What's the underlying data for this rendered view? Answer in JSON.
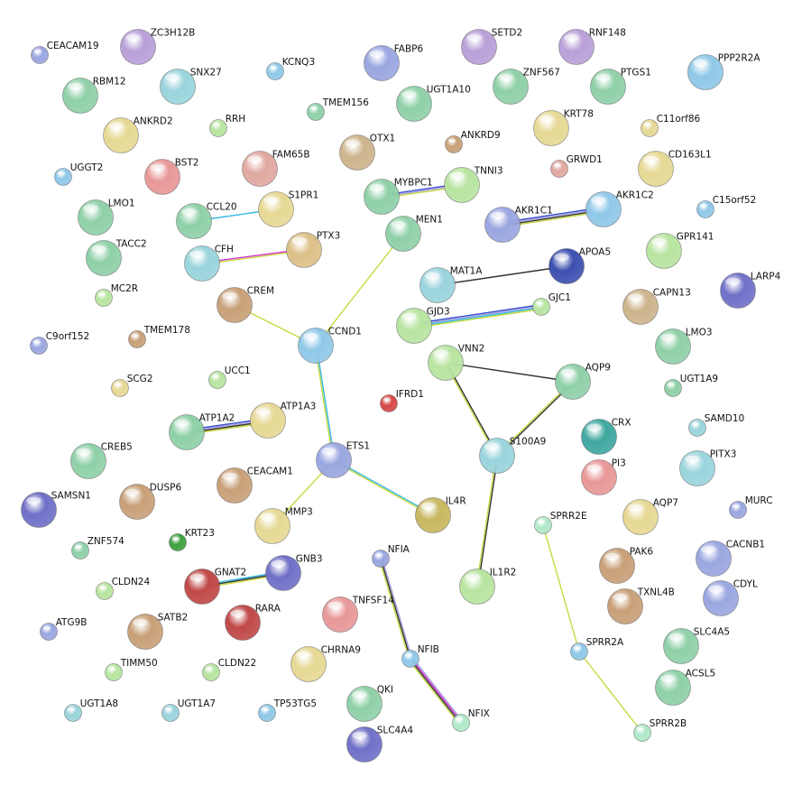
{
  "colors": {
    "s1": "#9aa6e0",
    "s2": "#8fd0a8",
    "s3": "#b8a0d8",
    "s4": "#e6d894",
    "s5": "#9ad4dc",
    "s6": "#b8e4a0",
    "s7": "#f0c8b0",
    "s8": "#d84848",
    "s9": "#3d50b0",
    "s10": "#40a8a0",
    "s11": "#e89898",
    "s12": "#3ea040",
    "s13": "#c8b860",
    "s14": "#ccb48c",
    "s15": "#c8a078",
    "s16": "#7070c8",
    "s17": "#e0a8a0",
    "s18": "#c04848",
    "s19": "#90c8e8",
    "s20": "#a8c878",
    "s21": "#b0e8c8",
    "s22": "#b8e890",
    "s23": "#dcc088",
    "e_gold": "#c8d840",
    "e_cyan": "#30b8e0",
    "e_black": "#333333",
    "e_blue": "#3850d0",
    "e_magenta": "#d030c8",
    "e_lav": "#a8a0e0"
  },
  "nodes": [
    {
      "id": "CEACAM19",
      "c": "s1",
      "r": "s"
    },
    {
      "id": "ZC3H12B",
      "c": "s3",
      "r": "l"
    },
    {
      "id": "FABP6",
      "c": "s1",
      "r": "l"
    },
    {
      "id": "SETD2",
      "c": "s3",
      "r": "l"
    },
    {
      "id": "RNF148",
      "c": "s3",
      "r": "l"
    },
    {
      "id": "PPP2R2A",
      "c": "s19",
      "r": "l"
    },
    {
      "id": "RBM12",
      "c": "s2",
      "r": "l"
    },
    {
      "id": "SNX27",
      "c": "s5",
      "r": "l"
    },
    {
      "id": "KCNQ3",
      "c": "s19",
      "r": "s"
    },
    {
      "id": "UGT1A10",
      "c": "s2",
      "r": "l"
    },
    {
      "id": "ZNF567",
      "c": "s2",
      "r": "l"
    },
    {
      "id": "PTGS1",
      "c": "s2",
      "r": "l"
    },
    {
      "id": "TMEM156",
      "c": "s2",
      "r": "s"
    },
    {
      "id": "ANKRD2",
      "c": "s4",
      "r": "l"
    },
    {
      "id": "RRH",
      "c": "s6",
      "r": "s"
    },
    {
      "id": "KRT78",
      "c": "s4",
      "r": "l"
    },
    {
      "id": "C11orf86",
      "c": "s4",
      "r": "s"
    },
    {
      "id": "OTX1",
      "c": "s14",
      "r": "l"
    },
    {
      "id": "ANKRD9",
      "c": "s15",
      "r": "s"
    },
    {
      "id": "BST2",
      "c": "s11",
      "r": "l"
    },
    {
      "id": "FAM65B",
      "c": "s17",
      "r": "l"
    },
    {
      "id": "GRWD1",
      "c": "s17",
      "r": "s"
    },
    {
      "id": "CD163L1",
      "c": "s4",
      "r": "l"
    },
    {
      "id": "UGGT2",
      "c": "s19",
      "r": "s"
    },
    {
      "id": "MYBPC1",
      "c": "s2",
      "r": "l"
    },
    {
      "id": "TNNI3",
      "c": "s6",
      "r": "l"
    },
    {
      "id": "S1PR1",
      "c": "s4",
      "r": "l"
    },
    {
      "id": "LMO1",
      "c": "s2",
      "r": "l"
    },
    {
      "id": "CCL20",
      "c": "s2",
      "r": "l"
    },
    {
      "id": "AKR1C1",
      "c": "s1",
      "r": "l"
    },
    {
      "id": "AKR1C2",
      "c": "s19",
      "r": "l"
    },
    {
      "id": "C15orf52",
      "c": "s19",
      "r": "s"
    },
    {
      "id": "MEN1",
      "c": "s2",
      "r": "l"
    },
    {
      "id": "TACC2",
      "c": "s2",
      "r": "l"
    },
    {
      "id": "CFH",
      "c": "s5",
      "r": "l"
    },
    {
      "id": "PTX3",
      "c": "s23",
      "r": "l"
    },
    {
      "id": "GPR141",
      "c": "s6",
      "r": "l"
    },
    {
      "id": "APOA5",
      "c": "s9",
      "r": "l"
    },
    {
      "id": "MAT1A",
      "c": "s5",
      "r": "l"
    },
    {
      "id": "LARP4",
      "c": "s16",
      "r": "l"
    },
    {
      "id": "MC2R",
      "c": "s6",
      "r": "s"
    },
    {
      "id": "CREM",
      "c": "s15",
      "r": "l"
    },
    {
      "id": "GJC1",
      "c": "s6",
      "r": "s"
    },
    {
      "id": "CAPN13",
      "c": "s14",
      "r": "l"
    },
    {
      "id": "GJD3",
      "c": "s6",
      "r": "l"
    },
    {
      "id": "CCND1",
      "c": "s19",
      "r": "l"
    },
    {
      "id": "TMEM178",
      "c": "s15",
      "r": "s"
    },
    {
      "id": "C9orf152",
      "c": "s1",
      "r": "s"
    },
    {
      "id": "VNN2",
      "c": "s6",
      "r": "l"
    },
    {
      "id": "LMO3",
      "c": "s2",
      "r": "l"
    },
    {
      "id": "AQP9",
      "c": "s2",
      "r": "l"
    },
    {
      "id": "UCC1",
      "c": "s6",
      "r": "s"
    },
    {
      "id": "SCG2",
      "c": "s4",
      "r": "s"
    },
    {
      "id": "UGT1A9",
      "c": "s2",
      "r": "s"
    },
    {
      "id": "IFRD1",
      "c": "s8",
      "r": "s"
    },
    {
      "id": "ATP1A2",
      "c": "s2",
      "r": "l"
    },
    {
      "id": "ATP1A3",
      "c": "s4",
      "r": "l"
    },
    {
      "id": "CRX",
      "c": "s10",
      "r": "l"
    },
    {
      "id": "SAMD10",
      "c": "s5",
      "r": "s"
    },
    {
      "id": "S100A9",
      "c": "s5",
      "r": "l"
    },
    {
      "id": "ETS1",
      "c": "s1",
      "r": "l"
    },
    {
      "id": "CREB5",
      "c": "s2",
      "r": "l"
    },
    {
      "id": "PITX3",
      "c": "s5",
      "r": "l"
    },
    {
      "id": "PI3",
      "c": "s11",
      "r": "l"
    },
    {
      "id": "CEACAM1",
      "c": "s15",
      "r": "l"
    },
    {
      "id": "SAMSN1",
      "c": "s16",
      "r": "l"
    },
    {
      "id": "DUSP6",
      "c": "s15",
      "r": "l"
    },
    {
      "id": "MURC",
      "c": "s1",
      "r": "s"
    },
    {
      "id": "IL4R",
      "c": "s13",
      "r": "l"
    },
    {
      "id": "AQP7",
      "c": "s4",
      "r": "l"
    },
    {
      "id": "MMP3",
      "c": "s4",
      "r": "l"
    },
    {
      "id": "SPRR2E",
      "c": "s21",
      "r": "s"
    },
    {
      "id": "KRT23",
      "c": "s12",
      "r": "s"
    },
    {
      "id": "ZNF574",
      "c": "s2",
      "r": "s"
    },
    {
      "id": "CACNB1",
      "c": "s1",
      "r": "l"
    },
    {
      "id": "NFIA",
      "c": "s1",
      "r": "s"
    },
    {
      "id": "GNB3",
      "c": "s16",
      "r": "l"
    },
    {
      "id": "PAK6",
      "c": "s15",
      "r": "l"
    },
    {
      "id": "GNAT2",
      "c": "s18",
      "r": "l"
    },
    {
      "id": "CLDN24",
      "c": "s6",
      "r": "s"
    },
    {
      "id": "IL1R2",
      "c": "s6",
      "r": "l"
    },
    {
      "id": "CDYL",
      "c": "s1",
      "r": "l"
    },
    {
      "id": "TNFSF14",
      "c": "s11",
      "r": "l"
    },
    {
      "id": "TXNL4B",
      "c": "s15",
      "r": "l"
    },
    {
      "id": "RARA",
      "c": "s18",
      "r": "l"
    },
    {
      "id": "ATG9B",
      "c": "s1",
      "r": "s"
    },
    {
      "id": "SATB2",
      "c": "s15",
      "r": "l"
    },
    {
      "id": "SLC4A5",
      "c": "s2",
      "r": "l"
    },
    {
      "id": "SPRR2A",
      "c": "s19",
      "r": "s"
    },
    {
      "id": "NFIB",
      "c": "s19",
      "r": "s"
    },
    {
      "id": "TIMM50",
      "c": "s6",
      "r": "s"
    },
    {
      "id": "CLDN22",
      "c": "s6",
      "r": "s"
    },
    {
      "id": "CHRNA9",
      "c": "s4",
      "r": "l"
    },
    {
      "id": "ACSL5",
      "c": "s2",
      "r": "l"
    },
    {
      "id": "QKI",
      "c": "s2",
      "r": "l"
    },
    {
      "id": "UGT1A8",
      "c": "s5",
      "r": "s"
    },
    {
      "id": "UGT1A7",
      "c": "s5",
      "r": "s"
    },
    {
      "id": "TP53TG5",
      "c": "s19",
      "r": "s"
    },
    {
      "id": "NFIX",
      "c": "s21",
      "r": "s"
    },
    {
      "id": "SPRR2B",
      "c": "s21",
      "r": "s"
    },
    {
      "id": "SLC4A4",
      "c": "s16",
      "r": "l"
    }
  ],
  "edges": [
    {
      "a": "CCL20",
      "b": "S1PR1",
      "lines": [
        "e_cyan"
      ]
    },
    {
      "a": "CFH",
      "b": "PTX3",
      "lines": [
        "e_magenta",
        "e_gold"
      ]
    },
    {
      "a": "MYBPC1",
      "b": "TNNI3",
      "lines": [
        "e_blue",
        "e_lav",
        "e_gold"
      ]
    },
    {
      "a": "AKR1C1",
      "b": "AKR1C2",
      "lines": [
        "e_blue",
        "e_lav",
        "e_black",
        "e_gold"
      ]
    },
    {
      "a": "MEN1",
      "b": "CCND1",
      "lines": [
        "e_gold"
      ]
    },
    {
      "a": "CREM",
      "b": "CCND1",
      "lines": [
        "e_gold"
      ]
    },
    {
      "a": "MAT1A",
      "b": "APOA5",
      "lines": [
        "e_black"
      ]
    },
    {
      "a": "GJD3",
      "b": "GJC1",
      "lines": [
        "e_blue",
        "e_lav",
        "e_cyan",
        "e_gold"
      ]
    },
    {
      "a": "CCND1",
      "b": "ETS1",
      "lines": [
        "e_cyan",
        "e_gold"
      ]
    },
    {
      "a": "VNN2",
      "b": "AQP9",
      "lines": [
        "e_black"
      ]
    },
    {
      "a": "VNN2",
      "b": "S100A9",
      "lines": [
        "e_black",
        "e_gold"
      ]
    },
    {
      "a": "AQP9",
      "b": "S100A9",
      "lines": [
        "e_black",
        "e_gold"
      ]
    },
    {
      "a": "S100A9",
      "b": "IL1R2",
      "lines": [
        "e_black",
        "e_gold"
      ]
    },
    {
      "a": "ATP1A2",
      "b": "ATP1A3",
      "lines": [
        "e_blue",
        "e_lav",
        "e_black",
        "e_gold"
      ]
    },
    {
      "a": "ETS1",
      "b": "IL4R",
      "lines": [
        "e_cyan",
        "e_gold"
      ]
    },
    {
      "a": "ETS1",
      "b": "MMP3",
      "lines": [
        "e_gold"
      ]
    },
    {
      "a": "GNAT2",
      "b": "GNB3",
      "lines": [
        "e_cyan",
        "e_black",
        "e_gold"
      ]
    },
    {
      "a": "NFIA",
      "b": "NFIB",
      "lines": [
        "e_lav",
        "e_black",
        "e_gold"
      ]
    },
    {
      "a": "NFIB",
      "b": "NFIX",
      "lines": [
        "e_lav",
        "e_magenta",
        "e_black",
        "e_gold"
      ]
    },
    {
      "a": "SPRR2E",
      "b": "SPRR2A",
      "lines": [
        "e_gold"
      ]
    },
    {
      "a": "SPRR2A",
      "b": "SPRR2B",
      "lines": [
        "e_gold"
      ]
    }
  ]
}
